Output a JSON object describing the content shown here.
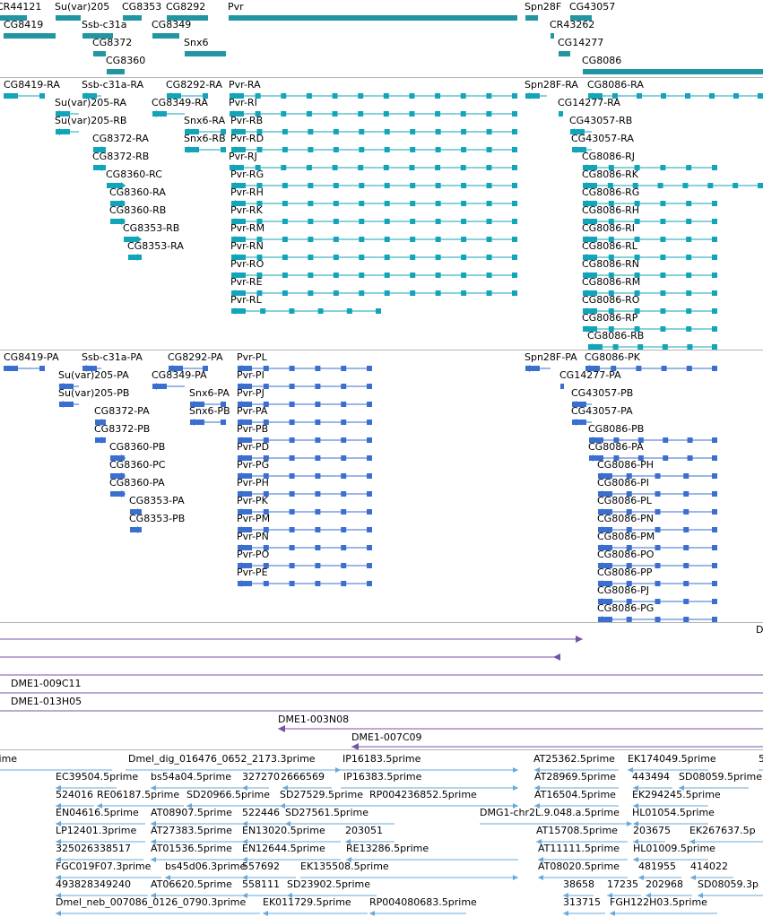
{
  "colors": {
    "gene": "#2196a2",
    "transcript": "#12a5ba",
    "protein": "#3a6fcf",
    "clone": "#7753a8",
    "est": "#6aa8d8",
    "divider": "#b4b4b4"
  },
  "tracks": {
    "genes": [
      {
        "label": "CR44121",
        "strand": "none"
      },
      {
        "label": "Su(var)205",
        "strand": "none"
      },
      {
        "label": "CG8353",
        "strand": "none"
      },
      {
        "label": "CG8292",
        "strand": "none"
      },
      {
        "label": "Pvr",
        "strand": "none"
      },
      {
        "label": "Spn28F",
        "strand": "none"
      },
      {
        "label": "CG43057",
        "strand": "none"
      },
      {
        "label": "CG8419",
        "strand": "none"
      },
      {
        "label": "Ssb-c31a",
        "strand": "none"
      },
      {
        "label": "CG8349",
        "strand": "none"
      },
      {
        "label": "CR43262",
        "strand": "none"
      },
      {
        "label": "CG8372",
        "strand": "none"
      },
      {
        "label": "Snx6",
        "strand": "none"
      },
      {
        "label": "CG14277",
        "strand": "none"
      },
      {
        "label": "CG8360",
        "strand": "none"
      },
      {
        "label": "CG8086",
        "strand": "none"
      }
    ],
    "transcripts": [
      {
        "label": "CG8419-RA",
        "strand": "none"
      },
      {
        "label": "Ssb-c31a-RA",
        "strand": "left"
      },
      {
        "label": "CG8292-RA",
        "strand": "left"
      },
      {
        "label": "Pvr-RA",
        "strand": "left"
      },
      {
        "label": "Spn28F-RA",
        "strand": "left"
      },
      {
        "label": "CG8086-RA",
        "strand": "left"
      },
      {
        "label": "Su(var)205-RA",
        "strand": "left"
      },
      {
        "label": "CG8349-RA",
        "strand": "left"
      },
      {
        "label": "Pvr-RI",
        "strand": "left"
      },
      {
        "label": "CG14277-RA",
        "strand": "none"
      },
      {
        "label": "Su(var)205-RB",
        "strand": "left"
      },
      {
        "label": "Snx6-RA",
        "strand": "left"
      },
      {
        "label": "Pvr-RB",
        "strand": "left"
      },
      {
        "label": "CG43057-RB",
        "strand": "left"
      },
      {
        "label": "CG8372-RA",
        "strand": "right"
      },
      {
        "label": "Snx6-RB",
        "strand": "left"
      },
      {
        "label": "Pvr-RD",
        "strand": "left"
      },
      {
        "label": "CG43057-RA",
        "strand": "left"
      },
      {
        "label": "CG8372-RB",
        "strand": "right"
      },
      {
        "label": "Pvr-RJ",
        "strand": "left"
      },
      {
        "label": "CG8086-RJ",
        "strand": "left"
      },
      {
        "label": "CG8360-RC",
        "strand": "right"
      },
      {
        "label": "Pvr-RG",
        "strand": "left"
      },
      {
        "label": "CG8086-RK",
        "strand": "left"
      },
      {
        "label": "CG8360-RA",
        "strand": "right"
      },
      {
        "label": "Pvr-RH",
        "strand": "left"
      },
      {
        "label": "CG8086-RG",
        "strand": "left"
      },
      {
        "label": "CG8360-RB",
        "strand": "right"
      },
      {
        "label": "Pvr-RK",
        "strand": "left"
      },
      {
        "label": "CG8086-RH",
        "strand": "left"
      },
      {
        "label": "CG8353-RB",
        "strand": "right"
      },
      {
        "label": "Pvr-RM",
        "strand": "left"
      },
      {
        "label": "CG8086-RI",
        "strand": "left"
      },
      {
        "label": "CG8353-RA",
        "strand": "right"
      },
      {
        "label": "Pvr-RN",
        "strand": "left"
      },
      {
        "label": "CG8086-RL",
        "strand": "left"
      },
      {
        "label": "Pvr-RO",
        "strand": "left"
      },
      {
        "label": "CG8086-RN",
        "strand": "left"
      },
      {
        "label": "Pvr-RE",
        "strand": "left"
      },
      {
        "label": "CG8086-RM",
        "strand": "left"
      },
      {
        "label": "Pvr-RL",
        "strand": "left"
      },
      {
        "label": "CG8086-RO",
        "strand": "left"
      },
      {
        "label": "CG8086-RP",
        "strand": "left"
      },
      {
        "label": "CG8086-RB",
        "strand": "left"
      }
    ],
    "proteins": [
      {
        "label": "CG8419-PA",
        "strand": "none"
      },
      {
        "label": "Ssb-c31a-PA",
        "strand": "left"
      },
      {
        "label": "CG8292-PA",
        "strand": "left"
      },
      {
        "label": "Pvr-PL",
        "strand": "left"
      },
      {
        "label": "Spn28F-PA",
        "strand": "left"
      },
      {
        "label": "CG8086-PK",
        "strand": "left"
      },
      {
        "label": "Su(var)205-PA",
        "strand": "left"
      },
      {
        "label": "CG8349-PA",
        "strand": "left"
      },
      {
        "label": "Pvr-PI",
        "strand": "left"
      },
      {
        "label": "CG14277-PA",
        "strand": "none"
      },
      {
        "label": "Su(var)205-PB",
        "strand": "left"
      },
      {
        "label": "Snx6-PA",
        "strand": "left"
      },
      {
        "label": "Pvr-PJ",
        "strand": "left"
      },
      {
        "label": "CG43057-PB",
        "strand": "left"
      },
      {
        "label": "Snx6-PB",
        "strand": "left"
      },
      {
        "label": "Pvr-PA",
        "strand": "left"
      },
      {
        "label": "CG43057-PA",
        "strand": "left"
      },
      {
        "label": "CG8372-PA",
        "strand": "right"
      },
      {
        "label": "CG8372-PB",
        "strand": "right"
      },
      {
        "label": "Pvr-PB",
        "strand": "left"
      },
      {
        "label": "CG8086-PB",
        "strand": "left"
      },
      {
        "label": "CG8360-PB",
        "strand": "right"
      },
      {
        "label": "Pvr-PD",
        "strand": "left"
      },
      {
        "label": "CG8086-PA",
        "strand": "left"
      },
      {
        "label": "CG8360-PC",
        "strand": "right"
      },
      {
        "label": "Pvr-PG",
        "strand": "left"
      },
      {
        "label": "CG8086-PH",
        "strand": "left"
      },
      {
        "label": "CG8360-PA",
        "strand": "right"
      },
      {
        "label": "Pvr-PH",
        "strand": "left"
      },
      {
        "label": "CG8086-PI",
        "strand": "left"
      },
      {
        "label": "CG8353-PA",
        "strand": "right"
      },
      {
        "label": "Pvr-PK",
        "strand": "left"
      },
      {
        "label": "CG8086-PL",
        "strand": "left"
      },
      {
        "label": "CG8353-PB",
        "strand": "right"
      },
      {
        "label": "Pvr-PM",
        "strand": "left"
      },
      {
        "label": "CG8086-PN",
        "strand": "left"
      },
      {
        "label": "Pvr-PN",
        "strand": "left"
      },
      {
        "label": "CG8086-PM",
        "strand": "left"
      },
      {
        "label": "Pvr-PO",
        "strand": "left"
      },
      {
        "label": "CG8086-PO",
        "strand": "left"
      },
      {
        "label": "Pvr-PE",
        "strand": "left"
      },
      {
        "label": "CG8086-PP",
        "strand": "left"
      },
      {
        "label": "CG8086-PJ",
        "strand": "left"
      },
      {
        "label": "CG8086-PG",
        "strand": "left"
      }
    ],
    "clones": [
      {
        "label": "D",
        "strand": "right"
      },
      {
        "label": "",
        "strand": "left"
      },
      {
        "label": "",
        "strand": "none"
      },
      {
        "label": "DME1-009C11",
        "strand": "none"
      },
      {
        "label": "DME1-013H05",
        "strand": "none"
      },
      {
        "label": "DME1-003N08",
        "strand": "left"
      },
      {
        "label": "DME1-007C09",
        "strand": "left"
      }
    ],
    "ests": [
      {
        "label": "rime",
        "strand": "none"
      },
      {
        "label": "Dmel_dig_016476_0652_2173.3prime",
        "strand": "right"
      },
      {
        "label": "IP16183.5prime",
        "strand": "right"
      },
      {
        "label": "AT25362.5prime",
        "strand": "left"
      },
      {
        "label": "EK174049.5prime",
        "strand": "left"
      },
      {
        "label": "5",
        "strand": "none"
      },
      {
        "label": "EC39504.5prime",
        "strand": "left"
      },
      {
        "label": "bs54a04.5prime",
        "strand": "left"
      },
      {
        "label": "327270",
        "strand": "left"
      },
      {
        "label": "2666569",
        "strand": "left"
      },
      {
        "label": "IP16383.5prime",
        "strand": "right"
      },
      {
        "label": "AT28969.5prime",
        "strand": "left"
      },
      {
        "label": "443494",
        "strand": "left"
      },
      {
        "label": "SD08059.5prime",
        "strand": "left"
      },
      {
        "label": "524016",
        "strand": "left"
      },
      {
        "label": "RE06187.5prime",
        "strand": "left"
      },
      {
        "label": "SD20966.5prime",
        "strand": "left"
      },
      {
        "label": "SD27529.5prime",
        "strand": "left"
      },
      {
        "label": "RP004236852.5prime",
        "strand": "right"
      },
      {
        "label": "AT16504.5prime",
        "strand": "left"
      },
      {
        "label": "EK294245.5prime",
        "strand": "left"
      },
      {
        "label": "EN04616.5prime",
        "strand": "left"
      },
      {
        "label": "AT08907.5prime",
        "strand": "left"
      },
      {
        "label": "522446",
        "strand": "left"
      },
      {
        "label": "SD27561.5prime",
        "strand": "left"
      },
      {
        "label": "DMG1-chr2L.9.048.a.5prime",
        "strand": "right"
      },
      {
        "label": "HL01054.5prime",
        "strand": "left"
      },
      {
        "label": "LP12401.3prime",
        "strand": "left"
      },
      {
        "label": "AT27383.5prime",
        "strand": "left"
      },
      {
        "label": "EN13020.5prime",
        "strand": "left"
      },
      {
        "label": "203051",
        "strand": "left"
      },
      {
        "label": "AT15708.5prime",
        "strand": "left"
      },
      {
        "label": "203675",
        "strand": "left"
      },
      {
        "label": "EK267637.5p",
        "strand": "left"
      },
      {
        "label": "325026338517",
        "strand": "left"
      },
      {
        "label": "AT01536.5prime",
        "strand": "left"
      },
      {
        "label": "EN12644.5prime",
        "strand": "left"
      },
      {
        "label": "RE13286.5prime",
        "strand": "left"
      },
      {
        "label": "AT11111.5prime",
        "strand": "left"
      },
      {
        "label": "HL01009.5prime",
        "strand": "left"
      },
      {
        "label": "FGC019F07.3prime",
        "strand": "left"
      },
      {
        "label": "bs45d06.3prime",
        "strand": "left"
      },
      {
        "label": "557692",
        "strand": "left"
      },
      {
        "label": "EK135508.5prime",
        "strand": "right"
      },
      {
        "label": "AT08020.5prime",
        "strand": "left"
      },
      {
        "label": "481955",
        "strand": "left"
      },
      {
        "label": "414022",
        "strand": "left"
      },
      {
        "label": "493828349240",
        "strand": "left"
      },
      {
        "label": "AT06620.5prime",
        "strand": "left"
      },
      {
        "label": "558111",
        "strand": "left"
      },
      {
        "label": "SD23902.5prime",
        "strand": "left"
      },
      {
        "label": "38658",
        "strand": "left"
      },
      {
        "label": "17235",
        "strand": "left"
      },
      {
        "label": "202968",
        "strand": "left"
      },
      {
        "label": "SD08059.3p",
        "strand": "left"
      },
      {
        "label": "Dmel_neb_007086_0126_0790.3prime",
        "strand": "left"
      },
      {
        "label": "EK011729.5prime",
        "strand": "left"
      },
      {
        "label": "RP004080683.5prime",
        "strand": "left"
      },
      {
        "label": "313715",
        "strand": "left"
      },
      {
        "label": "FGH122H03.5prime",
        "strand": "left"
      }
    ]
  }
}
